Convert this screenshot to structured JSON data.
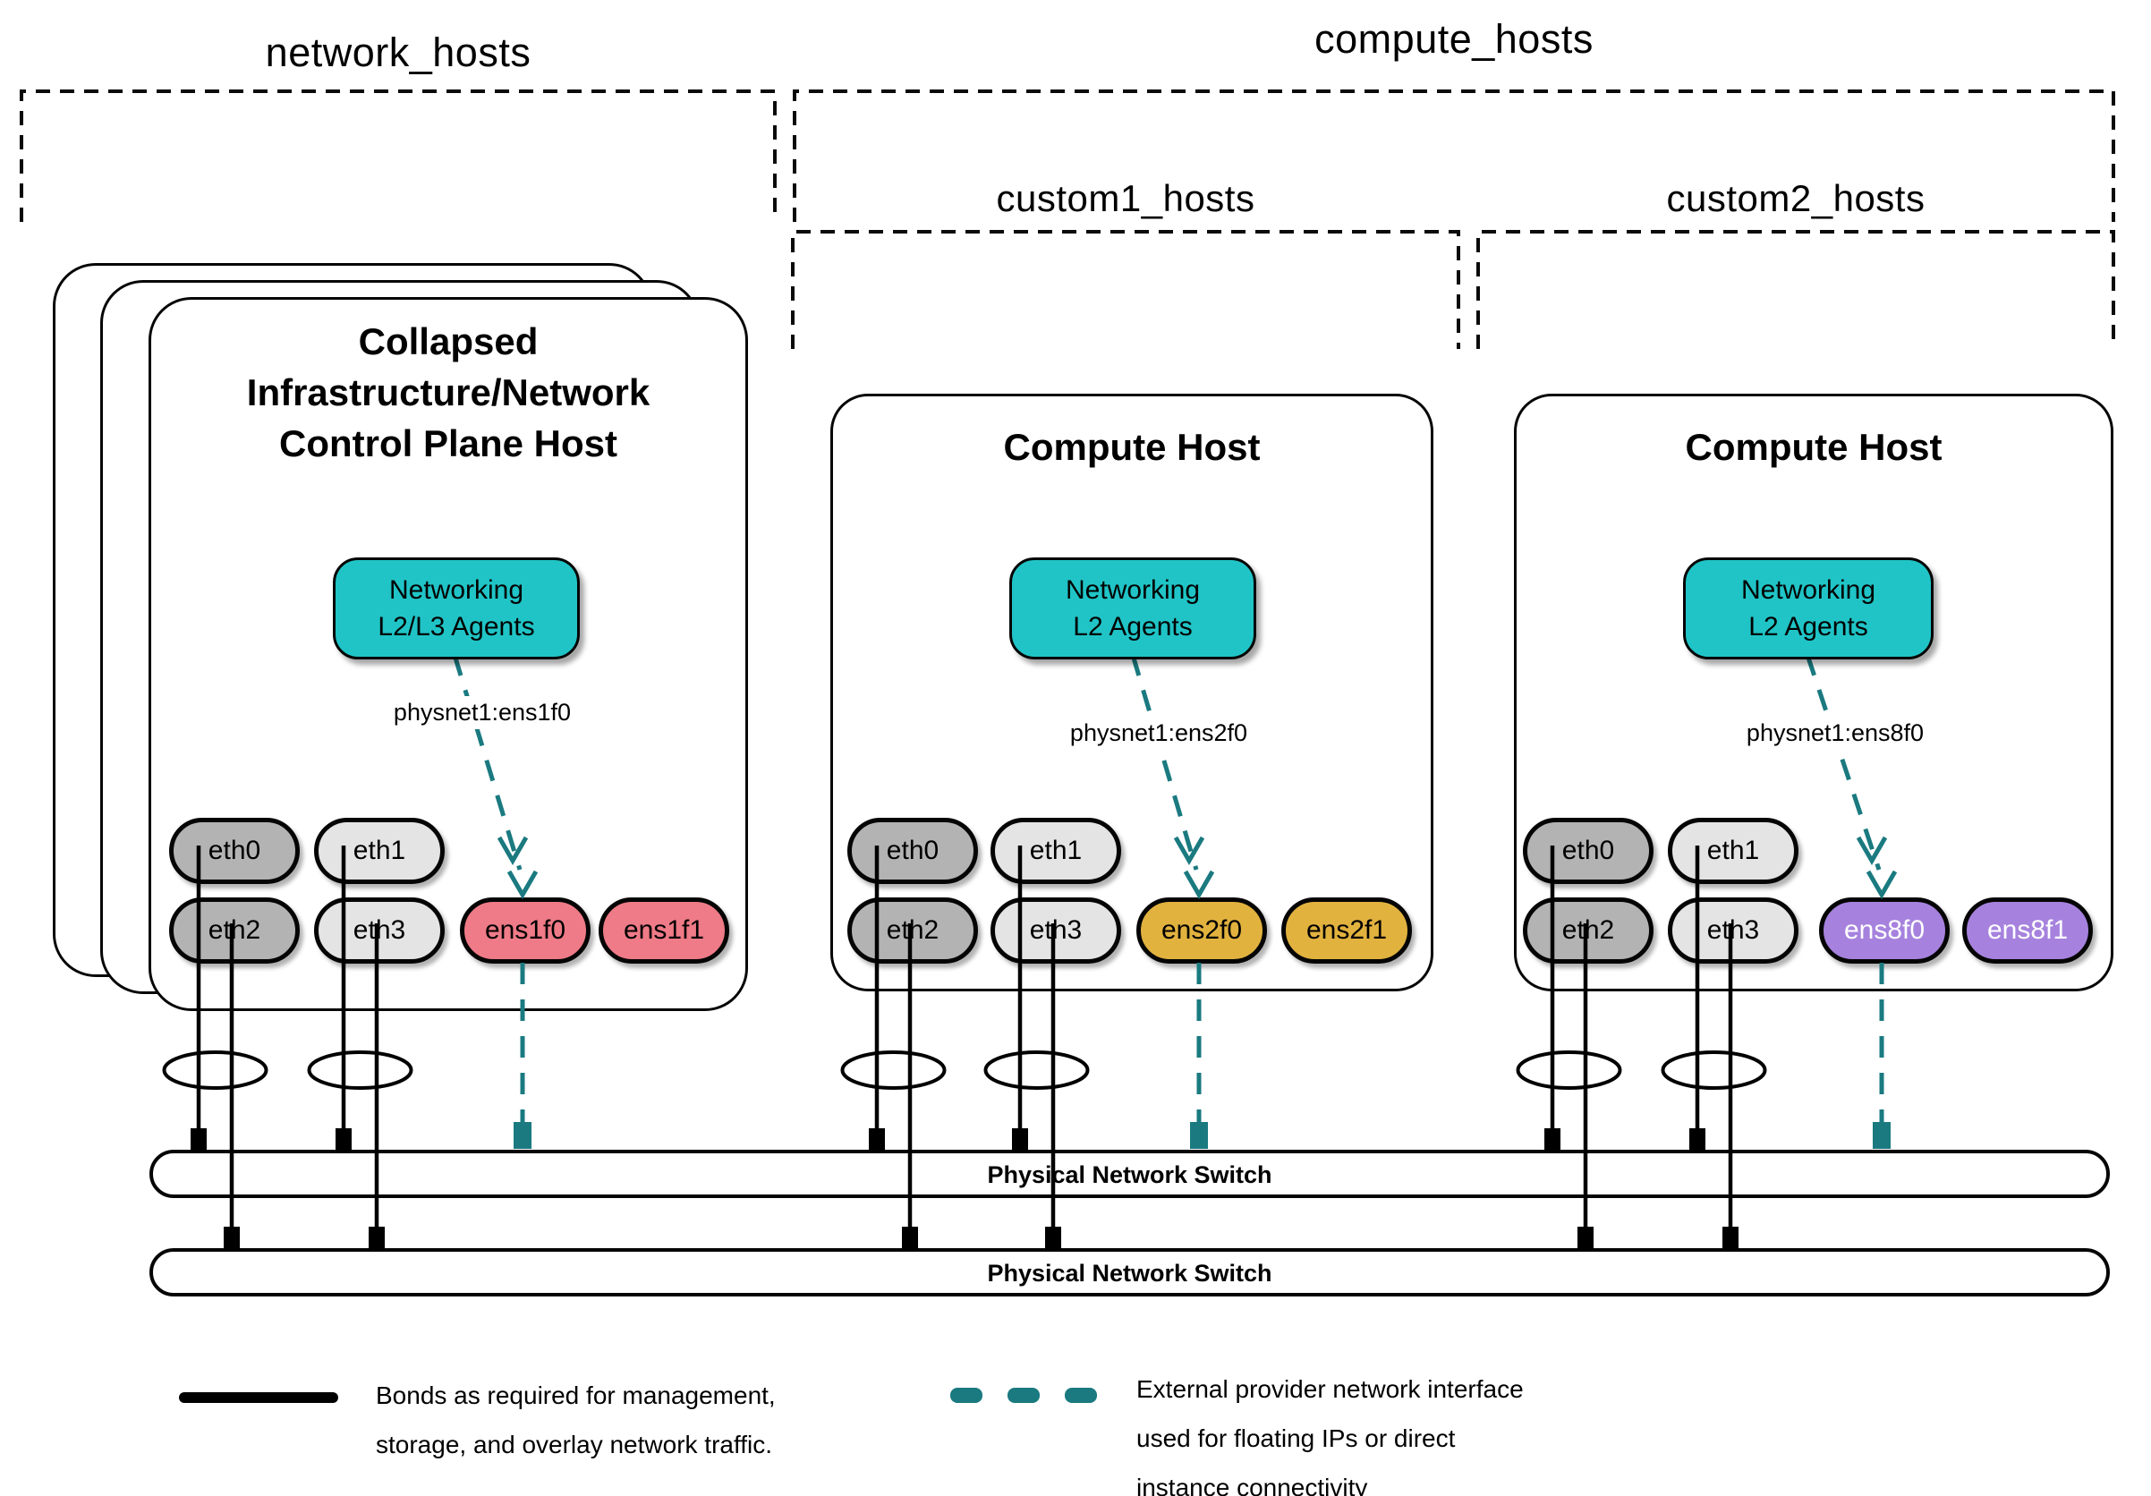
{
  "groups": {
    "network_hosts": "network_hosts",
    "compute_hosts": "compute_hosts",
    "custom1_hosts": "custom1_hosts",
    "custom2_hosts": "custom2_hosts"
  },
  "hosts": [
    {
      "title_lines": [
        "Collapsed",
        "Infrastructure/Network",
        "Control Plane Host"
      ],
      "agent": {
        "line1": "Networking",
        "line2": "L2/L3 Agents"
      },
      "physnet": "physnet1:ens1f0",
      "nics": [
        "eth0",
        "eth1",
        "eth2",
        "eth3"
      ],
      "provider_nics": [
        "ens1f0",
        "ens1f1"
      ]
    },
    {
      "title": "Compute Host",
      "agent": {
        "line1": "Networking",
        "line2": "L2 Agents"
      },
      "physnet": "physnet1:ens2f0",
      "nics": [
        "eth0",
        "eth1",
        "eth2",
        "eth3"
      ],
      "provider_nics": [
        "ens2f0",
        "ens2f1"
      ]
    },
    {
      "title": "Compute Host",
      "agent": {
        "line1": "Networking",
        "line2": "L2 Agents"
      },
      "physnet": "physnet1:ens8f0",
      "nics": [
        "eth0",
        "eth1",
        "eth2",
        "eth3"
      ],
      "provider_nics": [
        "ens8f0",
        "ens8f1"
      ]
    }
  ],
  "switches": [
    {
      "label": "Physical Network Switch"
    },
    {
      "label": "Physical Network Switch"
    }
  ],
  "legend": {
    "bond": {
      "lines": [
        "Bonds as required for management,",
        "storage, and overlay network traffic."
      ]
    },
    "external": {
      "lines": [
        "External provider network interface",
        "used for floating IPs or direct",
        "instance connectivity"
      ]
    }
  },
  "colors": {
    "agent-teal": "#20c4c6",
    "teal-dark": "#1a7a80",
    "nic-dark": "#b3b3b3",
    "nic-light": "#e4e4e4",
    "provider-pink": "#ee7b87",
    "provider-gold": "#e2b23f",
    "provider-purple": "#a682de"
  }
}
